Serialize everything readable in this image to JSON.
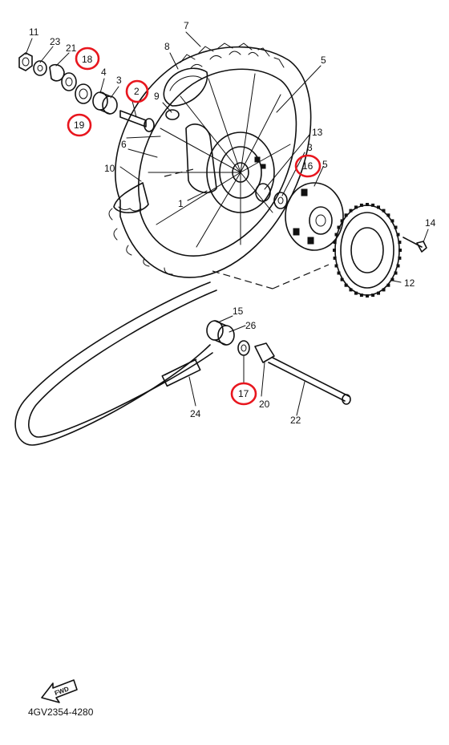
{
  "diagram": {
    "figure_code": "4GV2354-4280",
    "fwd_label": "FWD",
    "highlight_color": "#e8161e",
    "ink_color": "#111111",
    "callouts": [
      {
        "id": "c1",
        "label": "1"
      },
      {
        "id": "c2",
        "label": "2"
      },
      {
        "id": "c3a",
        "label": "3"
      },
      {
        "id": "c3b",
        "label": "3"
      },
      {
        "id": "c4",
        "label": "4"
      },
      {
        "id": "c5a",
        "label": "5"
      },
      {
        "id": "c5b",
        "label": "5"
      },
      {
        "id": "c6",
        "label": "6"
      },
      {
        "id": "c7",
        "label": "7"
      },
      {
        "id": "c8",
        "label": "8"
      },
      {
        "id": "c9",
        "label": "9"
      },
      {
        "id": "c10",
        "label": "10"
      },
      {
        "id": "c11",
        "label": "11"
      },
      {
        "id": "c12",
        "label": "12"
      },
      {
        "id": "c13",
        "label": "13"
      },
      {
        "id": "c14",
        "label": "14"
      },
      {
        "id": "c15",
        "label": "15"
      },
      {
        "id": "c16",
        "label": "16"
      },
      {
        "id": "c17",
        "label": "17"
      },
      {
        "id": "c18",
        "label": "18"
      },
      {
        "id": "c19",
        "label": "19"
      },
      {
        "id": "c20",
        "label": "20"
      },
      {
        "id": "c21",
        "label": "21"
      },
      {
        "id": "c22",
        "label": "22"
      },
      {
        "id": "c23",
        "label": "23"
      },
      {
        "id": "c24",
        "label": "24"
      },
      {
        "id": "c26",
        "label": "26"
      }
    ],
    "highlighted": [
      "c2",
      "c16",
      "c17",
      "c18",
      "c19"
    ]
  }
}
